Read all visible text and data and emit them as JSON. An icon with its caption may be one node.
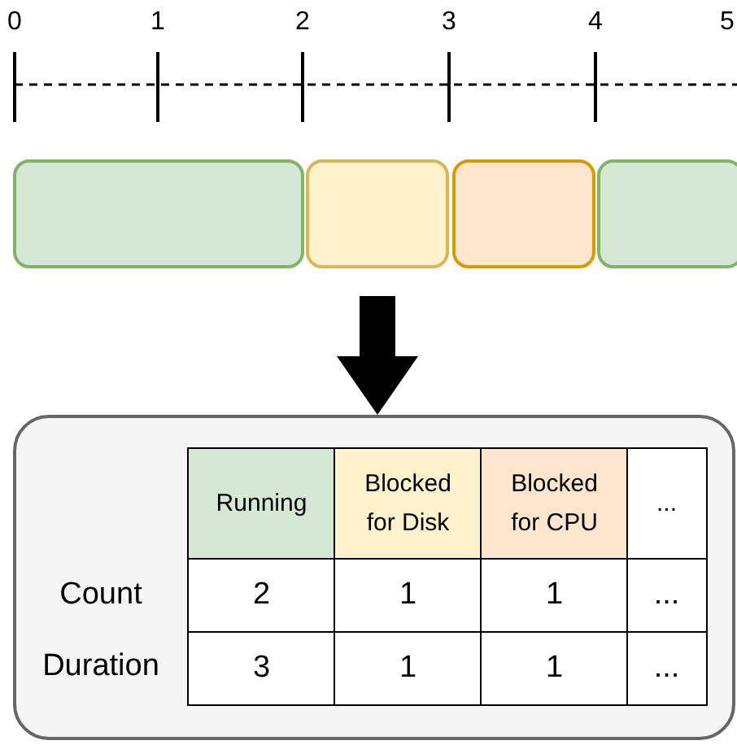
{
  "diagram": {
    "nodes": [
      {
        "text": [],
        "shape": "bar"
      },
      {
        "text": [],
        "shape": "bar"
      },
      {
        "text": [],
        "shape": "bar"
      },
      {
        "text": [],
        "shape": "bar"
      },
      {
        "text": [],
        "shape": "box"
      }
    ],
    "edges": [
      {
        "from": null,
        "to": 4,
        "arrow": "to",
        "style": "thick"
      }
    ],
    "labels": [
      "0",
      "1",
      "2",
      "3",
      "4",
      "5",
      "Running",
      "Blocked for Disk",
      "Blocked for CPU",
      "...",
      "Count",
      "2",
      "1",
      "1",
      "...",
      "Duration",
      "3",
      "1",
      "1",
      "..."
    ]
  }
}
